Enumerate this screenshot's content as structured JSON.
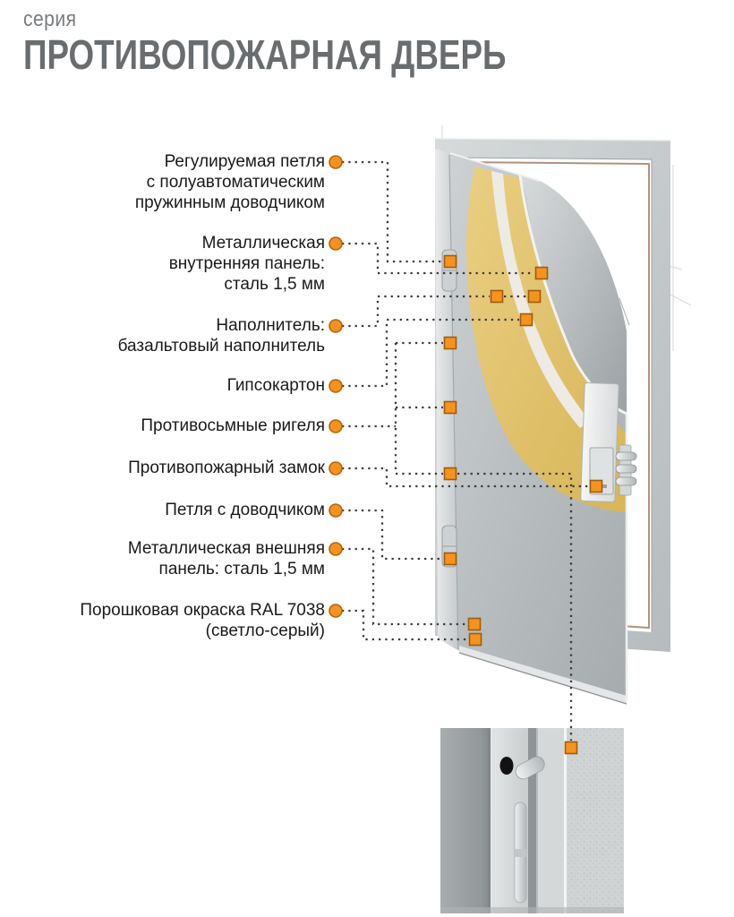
{
  "header": {
    "series_label": "серия",
    "title": "ПРОТИВОПОЖАРНАЯ ДВЕРЬ"
  },
  "diagram": {
    "labels": [
      {
        "id": "adjustable-hinge",
        "lines": [
          "Регулируемая петля",
          "с полуавтоматическим",
          "пружинным доводчиком"
        ]
      },
      {
        "id": "inner-panel",
        "lines": [
          "Металлическая",
          "внутренняя панель:",
          "сталь 1,5 мм"
        ]
      },
      {
        "id": "filler",
        "lines": [
          "Наполнитель:",
          "базальтовый наполнитель"
        ]
      },
      {
        "id": "gypsum-board",
        "lines": [
          "Гипсокартон"
        ]
      },
      {
        "id": "anti-removal-bolts",
        "lines": [
          "Противосьмные ригеля"
        ]
      },
      {
        "id": "fire-lock",
        "lines": [
          "Противопожарный замок"
        ]
      },
      {
        "id": "hinge-with-closer",
        "lines": [
          "Петля с доводчиком"
        ]
      },
      {
        "id": "outer-panel",
        "lines": [
          "Металлическая внешняя",
          "панель: сталь 1,5 мм"
        ]
      },
      {
        "id": "powder-coating",
        "lines": [
          "Порошковая окраска RAL 7038",
          "(светло-серый)"
        ]
      }
    ]
  },
  "colors": {
    "accent_orange": "#F6921E",
    "marker_border": "#A05C0E",
    "connector_gray": "#3C3C3C",
    "title_gray": "#6A6D70",
    "series_gray": "#797C7F",
    "label_text": "#1A1A1A",
    "basalt_yellow": "#E0C06A",
    "gypsum_white": "#EDEBE3",
    "steel_gray": "#C2C6C8",
    "frame_seal_brown": "#B2927A"
  }
}
